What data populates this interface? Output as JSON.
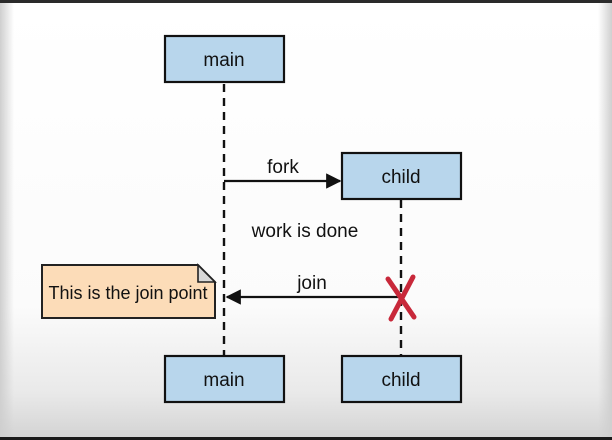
{
  "diagram": {
    "participants": {
      "main_top": "main",
      "child_top": "child",
      "main_bottom": "main",
      "child_bottom": "child"
    },
    "messages": {
      "fork": "fork",
      "join": "join"
    },
    "annotation": "work is done",
    "note": "This is the join point"
  },
  "colors": {
    "participant_fill": "#b8d6ec",
    "note_fill": "#fcdcb8",
    "termination_mark": "#c8283a"
  },
  "icons": {
    "termination": "x-mark-icon",
    "arrow": "arrowhead-icon"
  }
}
